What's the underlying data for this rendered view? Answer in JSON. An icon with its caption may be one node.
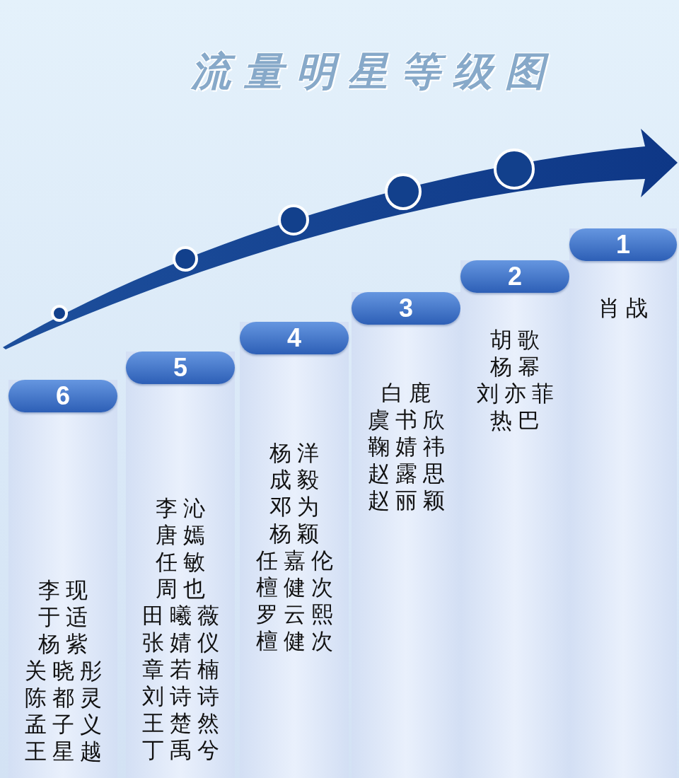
{
  "diagram": {
    "title": "流量明星等级图",
    "nodes": [
      {
        "text": [
          "6",
          "李现",
          "于适",
          "杨紫",
          "关晓彤",
          "陈都灵",
          "孟子义",
          "王星越"
        ]
      },
      {
        "text": [
          "5",
          "李沁",
          "唐嫣",
          "任敏",
          "周也",
          "田曦薇",
          "张婧仪",
          "章若楠",
          "刘诗诗",
          "王楚然",
          "丁禹兮"
        ]
      },
      {
        "text": [
          "4",
          "杨洋",
          "成毅",
          "邓为",
          "杨颖",
          "任嘉伦",
          "檀健次",
          "罗云熙",
          "檀健次"
        ]
      },
      {
        "text": [
          "3",
          "白鹿",
          "虞书欣",
          "鞠婧祎",
          "赵露思",
          "赵丽颖"
        ]
      },
      {
        "text": [
          "2",
          "胡歌",
          "杨幂",
          "刘亦菲",
          "热巴"
        ]
      },
      {
        "text": [
          "1",
          "肖战"
        ]
      }
    ]
  }
}
